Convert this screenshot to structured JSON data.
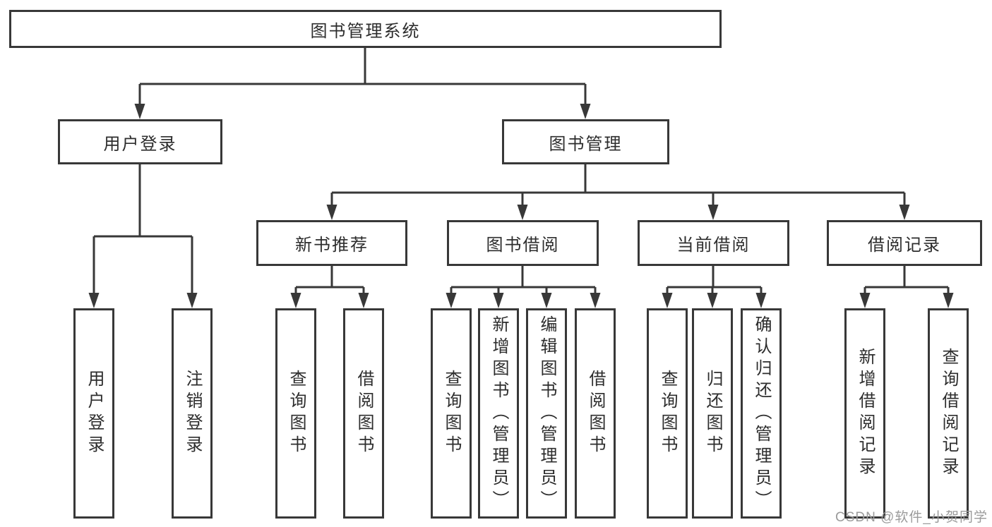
{
  "tree": {
    "label": "图书管理系统",
    "children": [
      {
        "label": "用户登录",
        "children": [
          {
            "label": "用户登录"
          },
          {
            "label": "注销登录"
          }
        ]
      },
      {
        "label": "图书管理",
        "children": [
          {
            "label": "新书推荐",
            "children": [
              {
                "label": "查询图书"
              },
              {
                "label": "借阅图书"
              }
            ]
          },
          {
            "label": "图书借阅",
            "children": [
              {
                "label": "查询图书"
              },
              {
                "label": "新增图书（管理员）"
              },
              {
                "label": "编辑图书（管理员）"
              },
              {
                "label": "借阅图书"
              }
            ]
          },
          {
            "label": "当前借阅",
            "children": [
              {
                "label": "查询图书"
              },
              {
                "label": "归还图书"
              },
              {
                "label": "确认归还（管理员）"
              }
            ]
          },
          {
            "label": "借阅记录",
            "children": [
              {
                "label": "新增借阅记录"
              },
              {
                "label": "查询借阅记录"
              }
            ]
          }
        ]
      }
    ]
  },
  "watermark": "CSDN @软件_小贺同学",
  "colors": {
    "line": "#383838",
    "text": "#2d2d2d",
    "background": "#ffffff",
    "watermark": "#9b9b9b"
  }
}
